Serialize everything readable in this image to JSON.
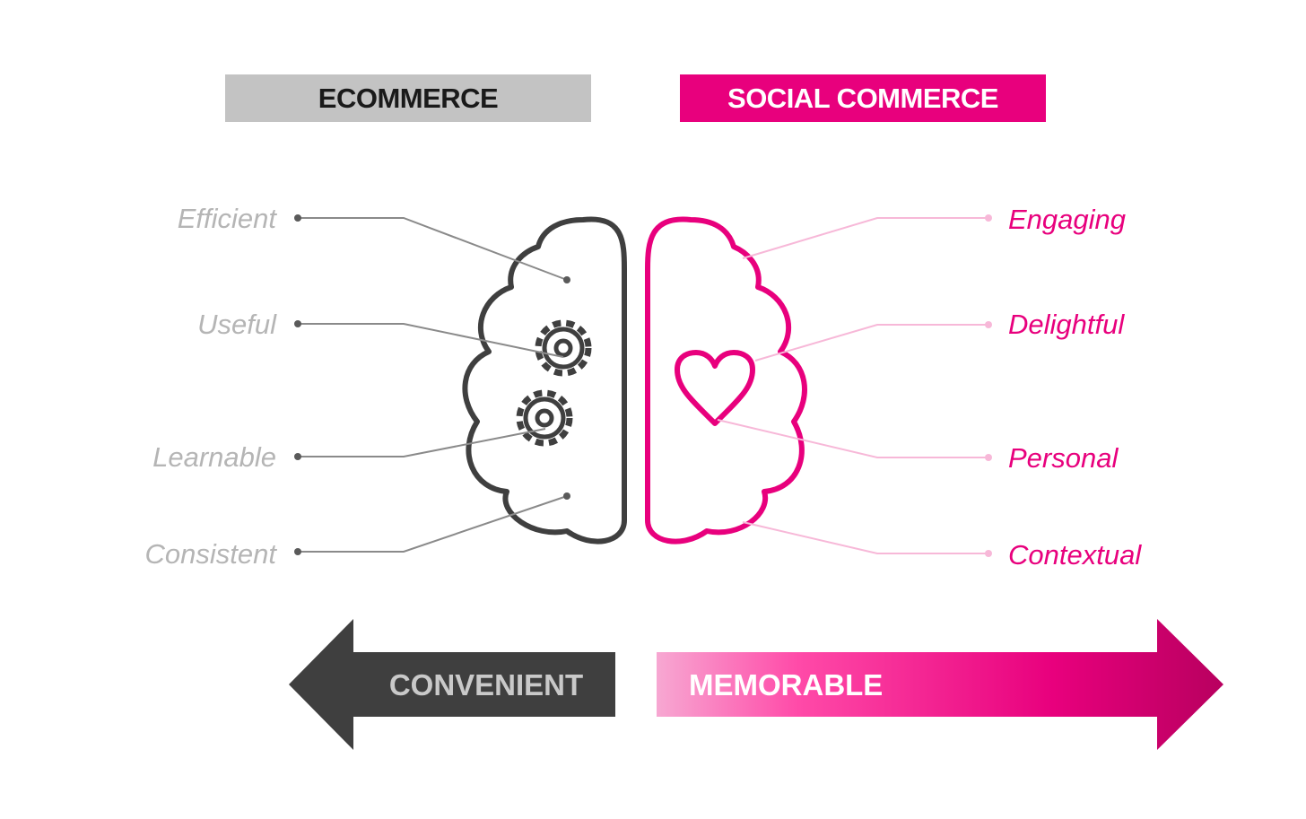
{
  "headers": {
    "left": "ECOMMERCE",
    "right": "SOCIAL COMMERCE"
  },
  "left_traits": [
    "Efficient",
    "Useful",
    "Learnable",
    "Consistent"
  ],
  "right_traits": [
    "Engaging",
    "Delightful",
    "Personal",
    "Contextual"
  ],
  "arrows": {
    "left": "CONVENIENT",
    "right": "MEMORABLE"
  },
  "icons": [
    "brain-left-half-icon",
    "brain-right-half-icon",
    "gear-icon",
    "heart-icon",
    "arrow-left-icon",
    "arrow-right-icon"
  ],
  "colors": {
    "accent": "#e8007d",
    "dark": "#3f3f3f",
    "header_gray": "#c3c3c3",
    "trait_gray": "#b5b5b5",
    "connector_pink": "#f7b8d8"
  }
}
